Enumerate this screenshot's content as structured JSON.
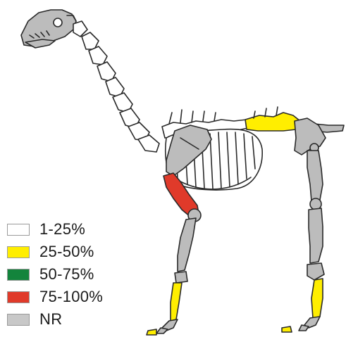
{
  "colors": {
    "outline": "#2a2a2a",
    "bone_not_recovered": "#bcbcbc",
    "bone_white": "#ffffff"
  },
  "legend": {
    "items": [
      {
        "label": "1-25%",
        "color": "#ffffff"
      },
      {
        "label": "25-50%",
        "color": "#ffee00"
      },
      {
        "label": "50-75%",
        "color": "#13843c"
      },
      {
        "label": "75-100%",
        "color": "#e03a2a"
      },
      {
        "label": "NR",
        "color": "#c8c8c8"
      }
    ]
  }
}
